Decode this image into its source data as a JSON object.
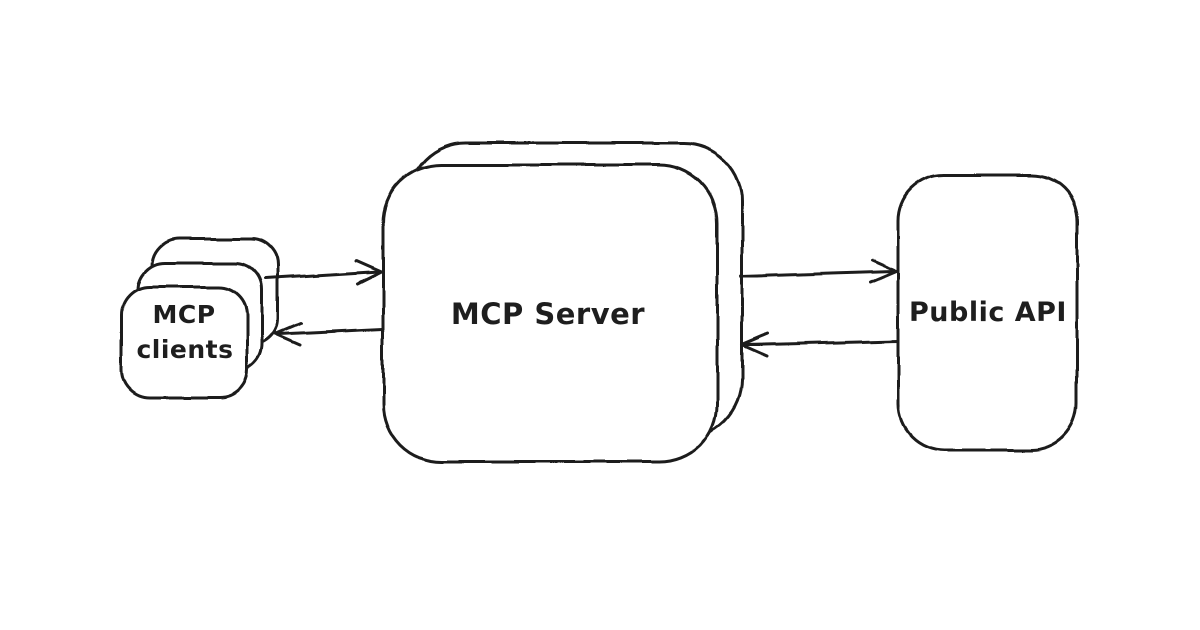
{
  "diagram": {
    "background_color": "#ffffff",
    "stroke_color": "#1e1e1e",
    "style": "hand-drawn sketch (whiteboard)",
    "nodes": [
      {
        "id": "mcp-clients",
        "shape": "stacked-rounded-rectangle",
        "stack_count": 3,
        "lines": [
          "MCP",
          "clients"
        ]
      },
      {
        "id": "mcp-server",
        "shape": "stacked-rounded-rectangle",
        "stack_count": 2,
        "lines": [
          "MCP Server"
        ]
      },
      {
        "id": "public-api",
        "shape": "rounded-rectangle",
        "stack_count": 1,
        "lines": [
          "Public API"
        ]
      }
    ],
    "edges": [
      {
        "from": "mcp-clients",
        "to": "mcp-server",
        "style": "arrow-right"
      },
      {
        "from": "mcp-server",
        "to": "mcp-clients",
        "style": "arrow-left"
      },
      {
        "from": "mcp-server",
        "to": "public-api",
        "style": "arrow-right"
      },
      {
        "from": "public-api",
        "to": "mcp-server",
        "style": "arrow-left"
      }
    ]
  }
}
